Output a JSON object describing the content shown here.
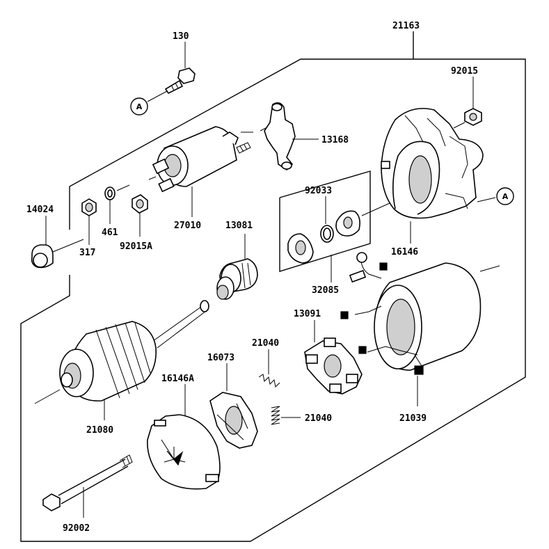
{
  "callouts": {
    "p130": "130",
    "p21163": "21163",
    "p92015": "92015",
    "p13168": "13168",
    "p14024": "14024",
    "p461": "461",
    "p317": "317",
    "p92015A": "92015A",
    "p27010": "27010",
    "p13081": "13081",
    "p92033": "92033",
    "p16146": "16146",
    "p32085": "32085",
    "p13091": "13091",
    "p21040a": "21040",
    "p21040b": "21040",
    "p16073": "16073",
    "p16146A": "16146A",
    "p21080": "21080",
    "p21039": "21039",
    "p92002": "92002"
  },
  "reference_marks": {
    "left": "A",
    "right": "A"
  }
}
